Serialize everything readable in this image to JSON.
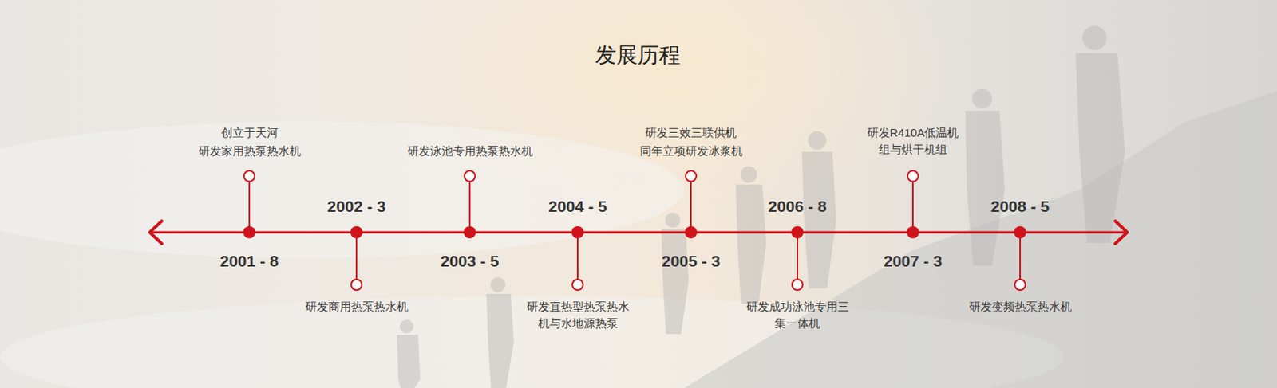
{
  "diagram": {
    "title": "发展历程",
    "labels": [
      "创立于天河",
      "研发家用热泵热水机",
      "2001 - 8",
      "2002 - 3",
      "研发商用热泵热水机",
      "研发泳池专用热泵热水机",
      "2003 - 5",
      "2004 - 5",
      "研发直热型热泵热水 机与水地源热泵",
      "研发三效三联供机",
      "同年立项研发冰浆机",
      "2005 - 3",
      "2006 - 8",
      "研发成功泳池专用三 集一体机",
      "研发R410A低温机 组与烘干机组",
      "2007 - 3",
      "2008 - 5",
      "研发变频热泵热水机"
    ]
  }
}
